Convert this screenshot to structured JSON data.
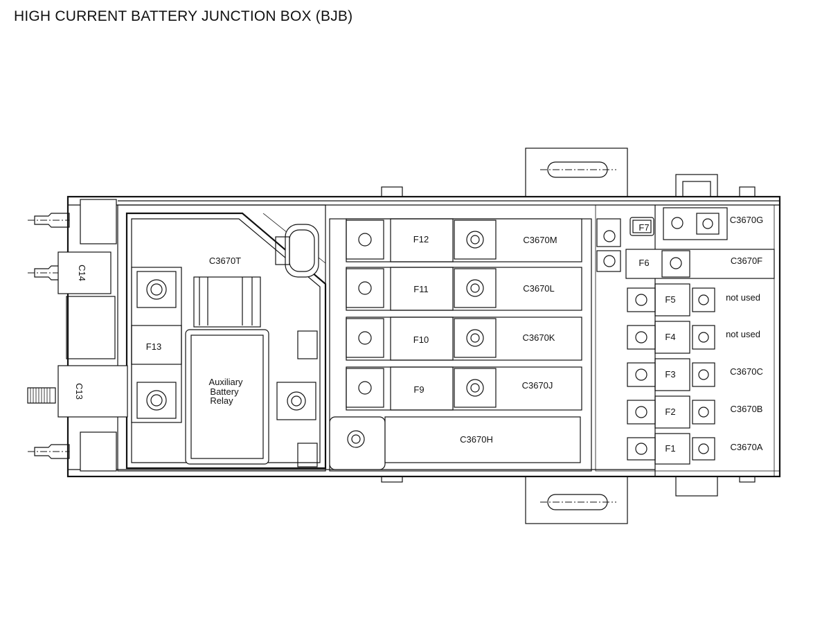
{
  "title": "HIGH CURRENT BATTERY JUNCTION BOX (BJB)",
  "connectors": {
    "c14": "C14",
    "c13": "C13",
    "c3670t": "C3670T",
    "c3670h": "C3670H",
    "c3670m": "C3670M",
    "c3670l": "C3670L",
    "c3670k": "C3670K",
    "c3670j": "C3670J",
    "c3670g": "C3670G",
    "c3670f": "C3670F",
    "c3670c": "C3670C",
    "c3670b": "C3670B",
    "c3670a": "C3670A"
  },
  "relay": [
    "Auxiliary",
    "Battery",
    "Relay"
  ],
  "fuses": {
    "f1": "F1",
    "f2": "F2",
    "f3": "F3",
    "f4": "F4",
    "f5": "F5",
    "f6": "F6",
    "f7": "F7",
    "f9": "F9",
    "f10": "F10",
    "f11": "F11",
    "f12": "F12",
    "f13": "F13"
  },
  "unused": {
    "f5": "not used",
    "f4": "not used"
  }
}
